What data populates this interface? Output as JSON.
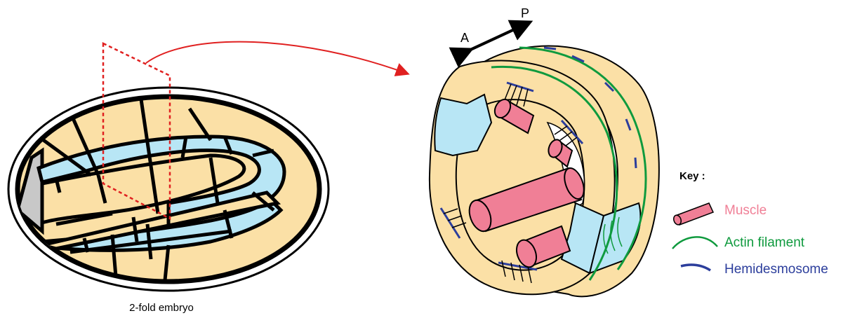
{
  "embryo": {
    "caption": "2-fold embryo"
  },
  "section": {
    "axis_anterior": "A",
    "axis_posterior": "P"
  },
  "key": {
    "title": "Key :",
    "items": [
      {
        "label": "Muscle",
        "color": "#f07f96",
        "icon": "muscle-cylinder-icon"
      },
      {
        "label": "Actin filament",
        "color": "#0f9a3e",
        "icon": "actin-arc-icon"
      },
      {
        "label": "Hemidesmosome",
        "color": "#2c3e9c",
        "icon": "hemidesmosome-dash-icon"
      }
    ]
  },
  "colors": {
    "yellow": "#fbe0a6",
    "blue": "#b8e6f5",
    "muscle": "#f07f96",
    "actin": "#0f9a3e",
    "hemidesmosome": "#2c3e9c",
    "cut_plane": "#e02020",
    "head": "#c8c8c8"
  }
}
